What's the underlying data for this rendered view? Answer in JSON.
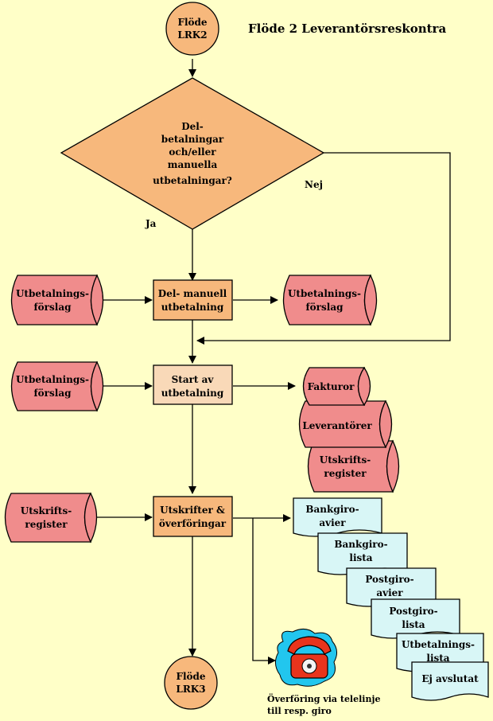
{
  "title": "Flöde 2 Leverantörsreskontra",
  "start_node": [
    "Flöde",
    "LRK2"
  ],
  "end_node": [
    "Flöde",
    "LRK3"
  ],
  "decision": [
    "Del-",
    "betalningar",
    "och/eller",
    "manuella",
    "utbetalningar?"
  ],
  "label_yes": "Ja",
  "label_no": "Nej",
  "process_manual": [
    "Del- manuell",
    "utbetalning"
  ],
  "process_start": [
    "Start av",
    "utbetalning"
  ],
  "process_output": [
    "Utskrifter &",
    "överföringar"
  ],
  "doc_in_1": [
    "Utbetalnings-",
    "förslag"
  ],
  "doc_out_1": [
    "Utbetalnings-",
    "förslag"
  ],
  "doc_in_2": [
    "Utbetalnings-",
    "förslag"
  ],
  "doc_in_3": [
    "Utskrifts-",
    "register"
  ],
  "store_fakturor": "Fakturor",
  "store_leverantorer": "Leverantörer",
  "store_utskriftsregister": [
    "Utskrifts-",
    "register"
  ],
  "reports": {
    "bankgiro_avier": [
      "Bankgiro-",
      "avier"
    ],
    "bankgiro_lista": [
      "Bankgiro-",
      "lista"
    ],
    "postgiro_avier": [
      "Postgiro-",
      "avier"
    ],
    "postgiro_lista": [
      "Postgiro-",
      "lista"
    ],
    "utbetalningslista": [
      "Utbetalnings-",
      "lista"
    ],
    "ej_avslutat": "Ej avslutat"
  },
  "telephone_caption": [
    "Överföring via telelinje",
    "till resp. giro"
  ],
  "telephone_icon": "telephone-icon",
  "colors": {
    "background": "#ffffc8",
    "terminal": "#f7b87c",
    "decision": "#f7b87c",
    "process": "#f7b87c",
    "process_light": "#f9d9b8",
    "document": "#f08c8c",
    "report": "#d8f6f6",
    "line": "#000000"
  }
}
